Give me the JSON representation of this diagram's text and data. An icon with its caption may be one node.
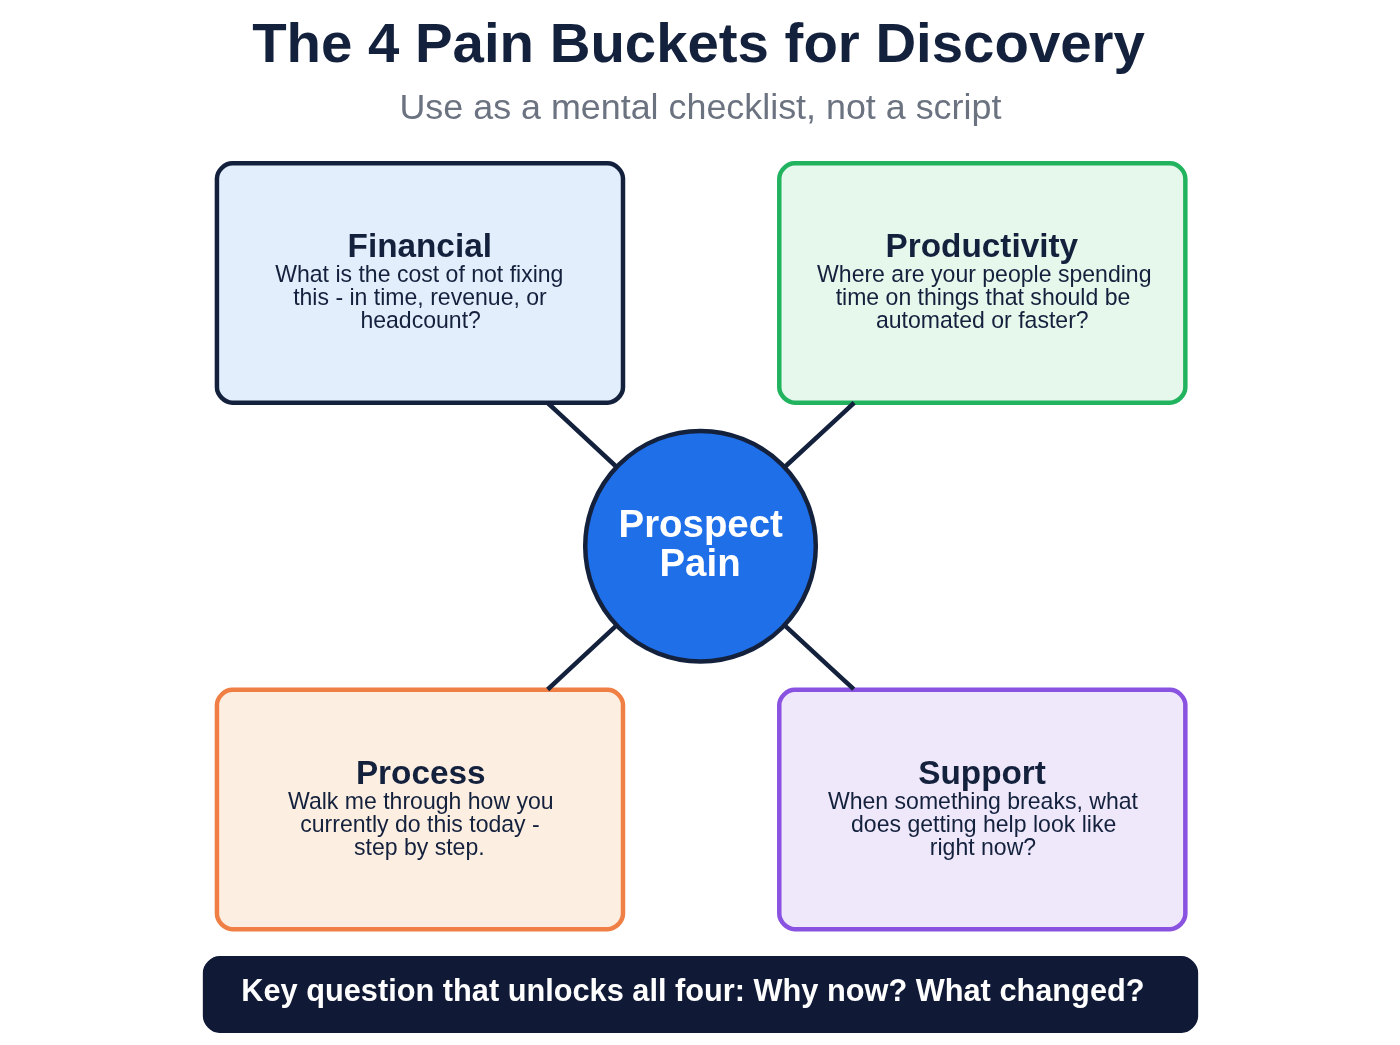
{
  "diagram": {
    "title": "The 4 Pain Buckets for Discovery",
    "nodes": [
      {
        "text": [
          "Financial",
          "What is the cost of not fixing this - in time, revenue, or headcount?"
        ]
      },
      {
        "text": [
          "Productivity",
          "Where are your people spending time on things that should be automated or faster?"
        ]
      },
      {
        "text": [
          "Prospect Pain"
        ]
      },
      {
        "text": [
          "Process",
          "Walk me through how you currently do this today - step by step."
        ]
      },
      {
        "text": [
          "Support",
          "When something breaks, what does getting help look like right now?"
        ]
      },
      {
        "text": [
          "Key question that unlocks all four: Why now? What changed?"
        ]
      }
    ],
    "edges": [
      {
        "from": 0,
        "to": 2,
        "arrow": "none"
      },
      {
        "from": 1,
        "to": 2,
        "arrow": "none"
      },
      {
        "from": 2,
        "to": 3,
        "arrow": "none"
      },
      {
        "from": 2,
        "to": 4,
        "arrow": "none"
      }
    ],
    "labels": [
      "Use as a mental checklist, not a script"
    ]
  }
}
